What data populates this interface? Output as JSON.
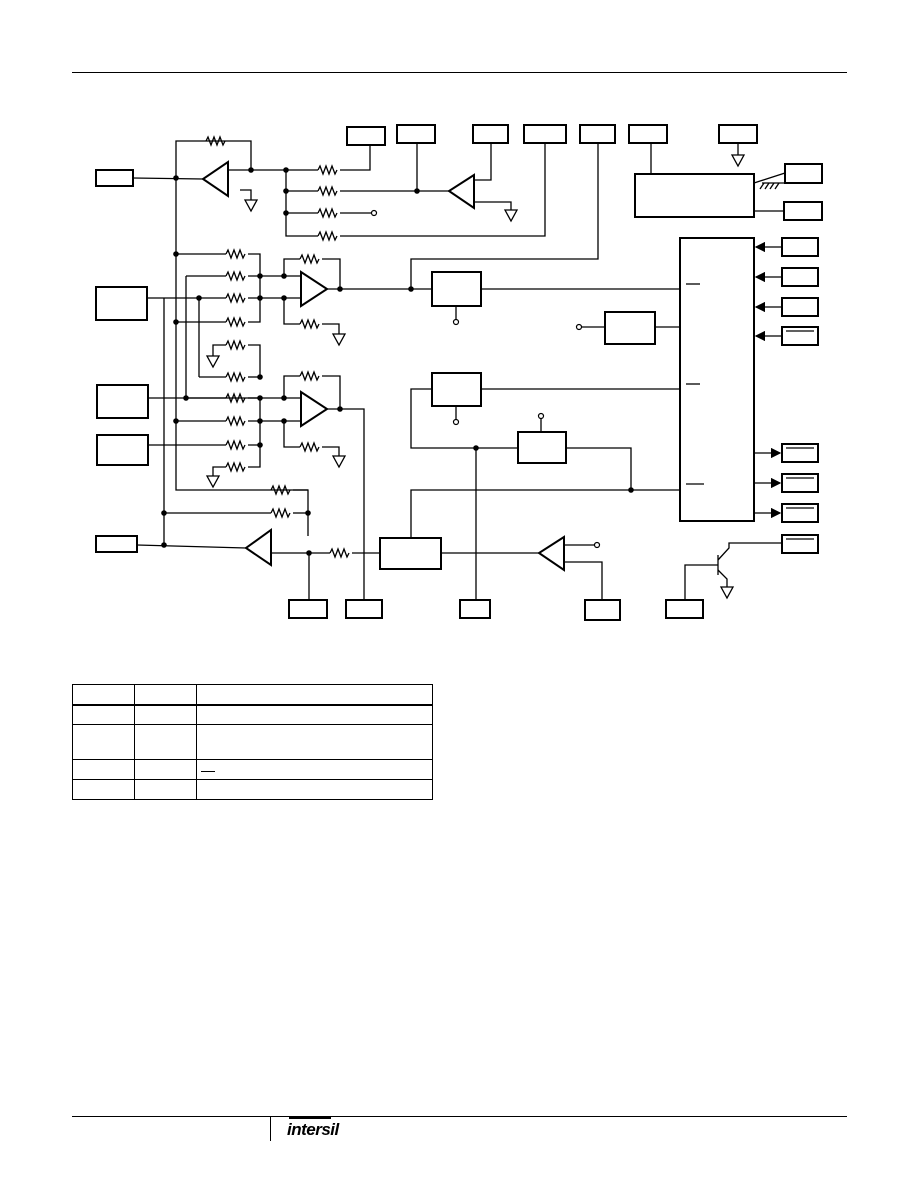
{
  "page": {
    "logo_text": "intersil"
  },
  "diagram": {
    "amplifiers": [
      "op-amp-top",
      "op-amp-right",
      "op-amp-mid-1",
      "op-amp-mid-2",
      "op-amp-bottom-left",
      "op-amp-bottom-right"
    ],
    "blocks": [
      "top-right-block",
      "logic-block",
      "mid-block-1",
      "mid-block-2",
      "mid-block-3",
      "mid-block-4",
      "bottom-block"
    ]
  },
  "pin_table": {
    "rows": [
      [
        "",
        "",
        ""
      ],
      [
        "",
        "",
        ""
      ],
      [
        "",
        "",
        ""
      ],
      [
        "",
        "",
        ""
      ],
      [
        "",
        "",
        ""
      ]
    ]
  }
}
